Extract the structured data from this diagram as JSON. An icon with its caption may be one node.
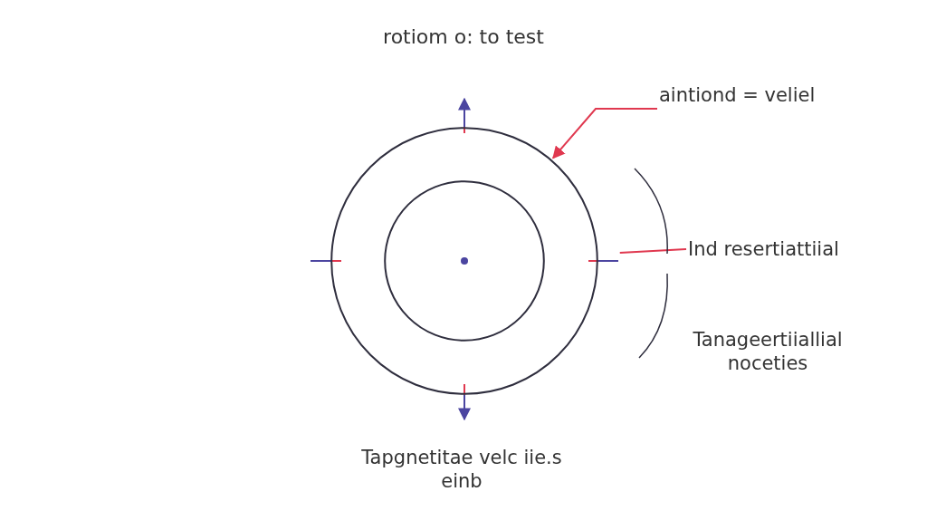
{
  "diagram": {
    "title": "rotiom o:  to test",
    "nodes": [
      {
        "text": [],
        "shape": "circle"
      },
      {
        "text": [],
        "shape": "circle",
        "in": 0
      },
      {
        "text": [
          "aintiond = veliel"
        ]
      },
      {
        "text": [
          "Ind resertiattiial"
        ]
      }
    ],
    "edges": [
      {
        "from": 2,
        "to": 0,
        "arrow": "to"
      },
      {
        "from": 3,
        "to": 0,
        "arrow": "none"
      }
    ],
    "labels": [
      "Tanageertiiallial noceties",
      "Tapgnetitae velc iie.s einb"
    ]
  }
}
